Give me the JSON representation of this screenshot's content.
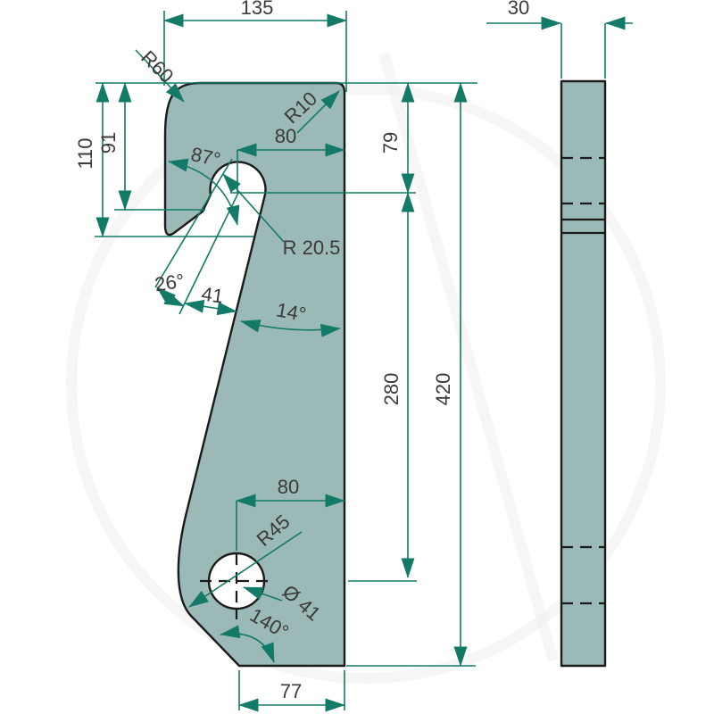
{
  "drawing": {
    "kind": "technical dimension drawing, hook-shaped bracket plate, front view and side view",
    "colors": {
      "part_fill": "#9BB9B6",
      "outline": "#1b1b1b",
      "dimension_lines": "#127A67",
      "dimension_text": "#3a3a3a",
      "background": "#ffffff"
    },
    "dimensions": {
      "top_width": "135",
      "thickness": "30",
      "corner_radius_top_left": "R60",
      "corner_radius_top_right": "R10",
      "hook_depth_outer": "110",
      "hook_depth_inner": "91",
      "slot_center_from_edge": "80",
      "slot_center_from_top": "79",
      "slot_angle": "87°",
      "slot_radius": "R 20.5",
      "mouth_angle": "26°",
      "mouth_width": "41",
      "edge_angle": "14°",
      "hole_center_from_slot": "280",
      "overall_height": "420",
      "hole_center_from_edge": "80",
      "bottom_corner_radius": "R45",
      "hole_diameter": "Ø 41",
      "bottom_corner_angle": "140°",
      "bottom_width": "77"
    }
  },
  "labels": {
    "d135": "135",
    "r60": "R60",
    "r10": "R10",
    "d30": "30",
    "d110": "110",
    "d91": "91",
    "d80_top": "80",
    "d79": "79",
    "a87": "87°",
    "r20_5": "R 20.5",
    "a26": "26°",
    "d41": "41",
    "a14": "14°",
    "d280": "280",
    "d420": "420",
    "d80_bottom": "80",
    "r45": "R45",
    "dia41": "Ø 41",
    "a140": "140°",
    "d77": "77"
  }
}
